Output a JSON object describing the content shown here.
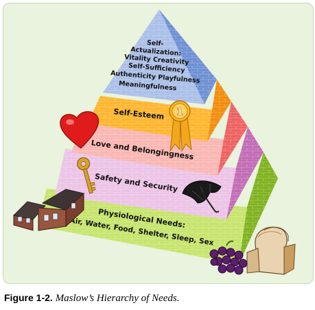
{
  "pyramid": {
    "levels": [
      {
        "id": "physiological",
        "lines": [
          "Physiological Needs:",
          "Air, Water, Food, Shelter, Sleep, Sex"
        ],
        "front": "#c6e46c",
        "side": "#7fb21e"
      },
      {
        "id": "safety",
        "lines": [
          "Safety and Security"
        ],
        "front": "#ecc3e6",
        "side": "#c26bb4"
      },
      {
        "id": "love",
        "lines": [
          "Love and Belongingness"
        ],
        "front": "#f9b6b2",
        "side": "#ee6060"
      },
      {
        "id": "esteem",
        "lines": [
          "Self-Esteem"
        ],
        "front": "#ffb52c",
        "side": "#f38b0a"
      },
      {
        "id": "self_actualization",
        "lines": [
          "Self-",
          "Actualization:",
          "Vitality Creativity",
          "Self-Sufficiency",
          "Authenticity Playfulness",
          "Meaningfulness"
        ],
        "front": "#aabfe8",
        "side": "#6d8fd3"
      }
    ],
    "ribbon_number": "1",
    "icons": [
      "heart-icon",
      "medal-ribbon-icon",
      "key-icon",
      "umbrella-icon",
      "house-icon",
      "bread-icon",
      "grapes-icon"
    ]
  },
  "caption": {
    "number": "Figure 1-2.",
    "title": "Maslow’s Hierarchy of Needs."
  },
  "colors": {
    "frame_bg": "#e9f3dd",
    "heart": "#e01b1b",
    "medal": "#f2a81c",
    "house": "#8b4a3a"
  }
}
